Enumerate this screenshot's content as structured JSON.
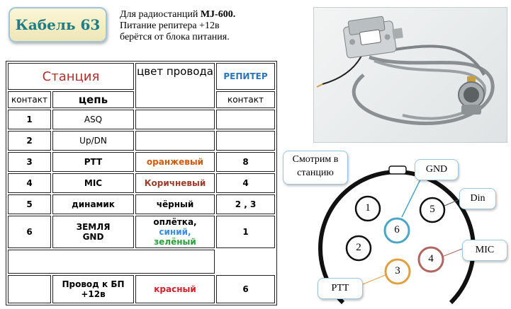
{
  "title": "Кабель 63",
  "description": {
    "line1_prefix": "Для радиостанций",
    "line1_model": "MJ-600.",
    "line2": "Питание репитера  +12в",
    "line3": "берётся от блока питания."
  },
  "table": {
    "header_station": "Станция",
    "header_wire_color": "цвет провода",
    "header_repeater": "РЕПИТЕР",
    "header_contact": "контакт",
    "header_circuit": "цепь",
    "header_repeater_contact": "контакт",
    "rows": [
      {
        "contact": "1",
        "circuit": "ASQ",
        "color": "",
        "repeater": ""
      },
      {
        "contact": "2",
        "circuit": "Up/DN",
        "color": "",
        "repeater": ""
      },
      {
        "contact": "3",
        "circuit": "PTT",
        "color": "оранжевый",
        "repeater": "8"
      },
      {
        "contact": "4",
        "circuit": "MIC",
        "color": "Коричневый",
        "repeater": "4"
      },
      {
        "contact": "5",
        "circuit": "динамик",
        "color": "чёрный",
        "repeater": "2  , 3"
      },
      {
        "contact": "6",
        "circuit_line1": "ЗЕМЛЯ",
        "circuit_line2": "GND",
        "color_line1": "оплётка,",
        "color_line2": "синий,",
        "color_line3": "зелёный",
        "repeater": "1"
      }
    ],
    "power_row": {
      "circuit_line1": "Провод к БП",
      "circuit_line2": "+12в",
      "color": "красный",
      "repeater": "6"
    }
  },
  "connector": {
    "view_label": "Смотрим в станцию",
    "pins": [
      {
        "number": "1",
        "label": ""
      },
      {
        "number": "2",
        "label": ""
      },
      {
        "number": "3",
        "label": "PTT"
      },
      {
        "number": "4",
        "label": "MIC"
      },
      {
        "number": "5",
        "label": "Din"
      },
      {
        "number": "6",
        "label": "GND"
      }
    ]
  },
  "colors": {
    "title_text": "#1f7d84",
    "station_header": "#b0302c",
    "repeater_header": "#2a76b6",
    "orange": "#d05a12",
    "brown": "#9a3f2c",
    "blue": "#3a8ee3",
    "green": "#2aa13a",
    "red": "#d1222b",
    "pin6_ring": "#4aa6c4",
    "pin4_ring": "#b06660",
    "pin3_ring": "#e0a040"
  }
}
